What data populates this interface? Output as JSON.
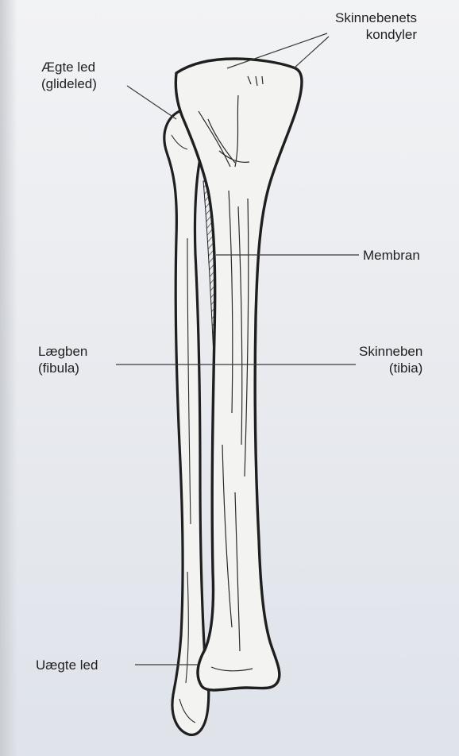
{
  "labels": {
    "condyles": {
      "line1": "Skinnebenets",
      "line2": "kondyler"
    },
    "true_joint": {
      "line1": "Ægte led",
      "line2": "(glideled)"
    },
    "membrane": "Membran",
    "fibula": {
      "line1": "Lægben",
      "line2": "(fibula)"
    },
    "tibia": {
      "line1": "Skinneben",
      "line2": "(tibia)"
    },
    "false_joint": "Uægte led"
  },
  "colors": {
    "ink": "#1f1f1f",
    "paper": "#eceef2",
    "ghost_text": "#c4c7cd"
  }
}
